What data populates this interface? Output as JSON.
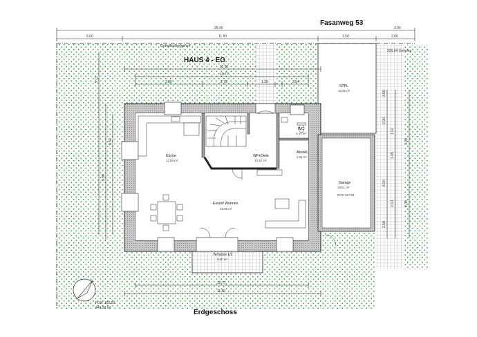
{
  "street": "Fasanweg 53",
  "house_title": "HAUS 4 - EG",
  "floor_title": "Erdgeschoss",
  "property_line_label": "Grundstücksgrenze",
  "walkway_label": "326.94 Gehweg",
  "plot": {
    "ffl": "FLW: 162.63",
    "area": "449.52 m²"
  },
  "dims_top": [
    "25.00",
    "5.00",
    "11.50",
    "3.50",
    "2.00",
    "3.00"
  ],
  "dims_house": [
    "11.50",
    "10.77",
    "2.80",
    "2.78",
    "1.39",
    "3.94"
  ],
  "dims_bottom": [
    "10.77",
    "11.50"
  ],
  "dims_left": [
    "9.71",
    "9.80",
    "8.63"
  ],
  "dims_right": [
    "3.00",
    "1.62",
    "1.45",
    "2.60",
    "6.00",
    "3.00",
    "2.00",
    "2.00",
    "2.50"
  ],
  "rooms": {
    "kitchen": {
      "name": "Küche",
      "area": "12.55 m²"
    },
    "hall": {
      "name": "WF+Diele",
      "area": "10.32 m²"
    },
    "wc": {
      "name": "WC",
      "area": "2.37 m²"
    },
    "storage": {
      "name": "Abstell.",
      "area": "2.01 m²"
    },
    "living": {
      "name": "Essen/ Wohnen",
      "area": "45.05 m²"
    },
    "terrace": {
      "name": "Terrasse 1/2",
      "area": "5.50 m²"
    },
    "garage": {
      "name": "Garage",
      "area": "19.51 m²",
      "note": "ROH 327.03"
    },
    "parking": {
      "name": "STPL",
      "area": "18.25 m²"
    }
  },
  "colors": {
    "grass": "#2f9e3a",
    "wall": "#9a9a9a",
    "pavement": "#dcdcdc",
    "line": "#222222"
  }
}
